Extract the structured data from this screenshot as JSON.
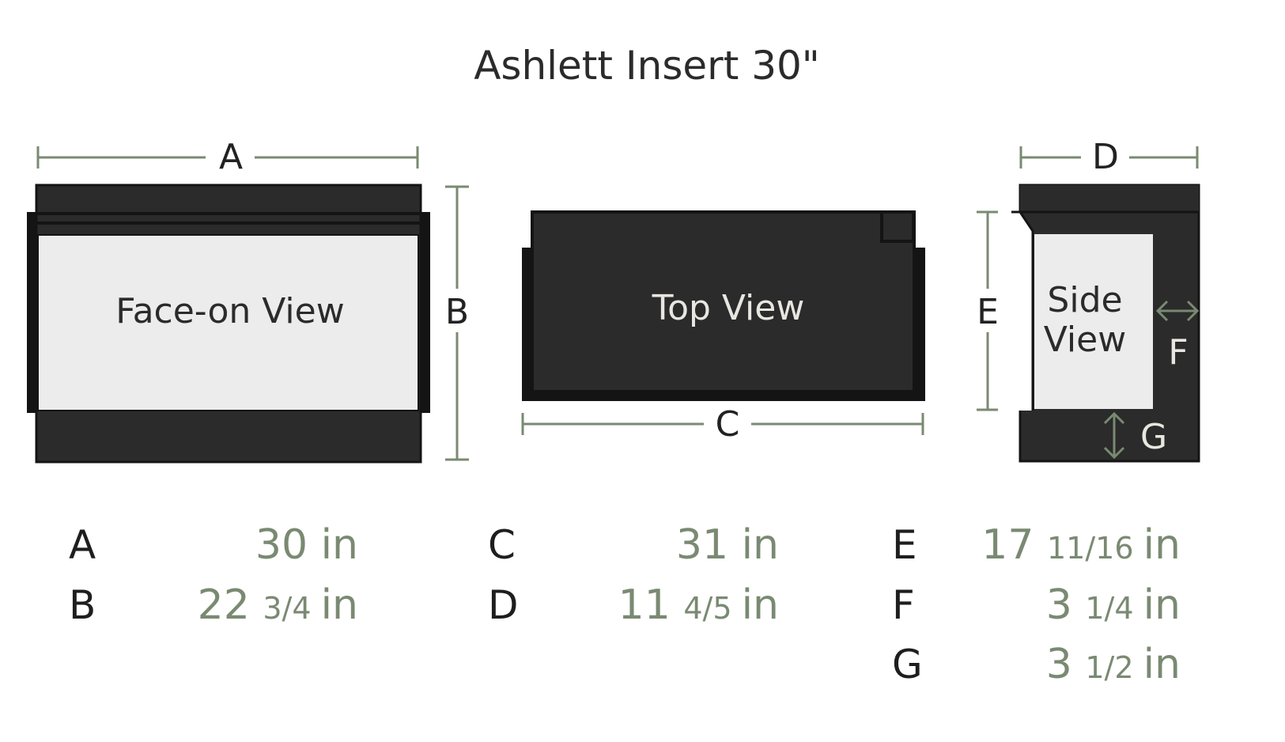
{
  "title": "Ashlett Insert 30\"",
  "views": {
    "face": "Face-on View",
    "top": "Top View",
    "side_line1": "Side",
    "side_line2": "View"
  },
  "dimension_labels": [
    "A",
    "B",
    "C",
    "D",
    "E",
    "F",
    "G"
  ],
  "colors": {
    "dark_fill": "#2a2b2a",
    "outline": "#141414",
    "light_panel": "#ececec",
    "accent_green": "#7a8a72",
    "text_dark": "#2a2b2a"
  },
  "dimensions": [
    {
      "letter": "A",
      "whole": "30",
      "fraction": "",
      "unit": "in"
    },
    {
      "letter": "B",
      "whole": "22",
      "fraction": "3/4",
      "unit": "in"
    },
    {
      "letter": "C",
      "whole": "31",
      "fraction": "",
      "unit": "in"
    },
    {
      "letter": "D",
      "whole": "11",
      "fraction": "4/5",
      "unit": "in"
    },
    {
      "letter": "E",
      "whole": "17",
      "fraction": "11/16",
      "unit": "in"
    },
    {
      "letter": "F",
      "whole": "3",
      "fraction": "1/4",
      "unit": "in"
    },
    {
      "letter": "G",
      "whole": "3",
      "fraction": "1/2",
      "unit": "in"
    }
  ]
}
